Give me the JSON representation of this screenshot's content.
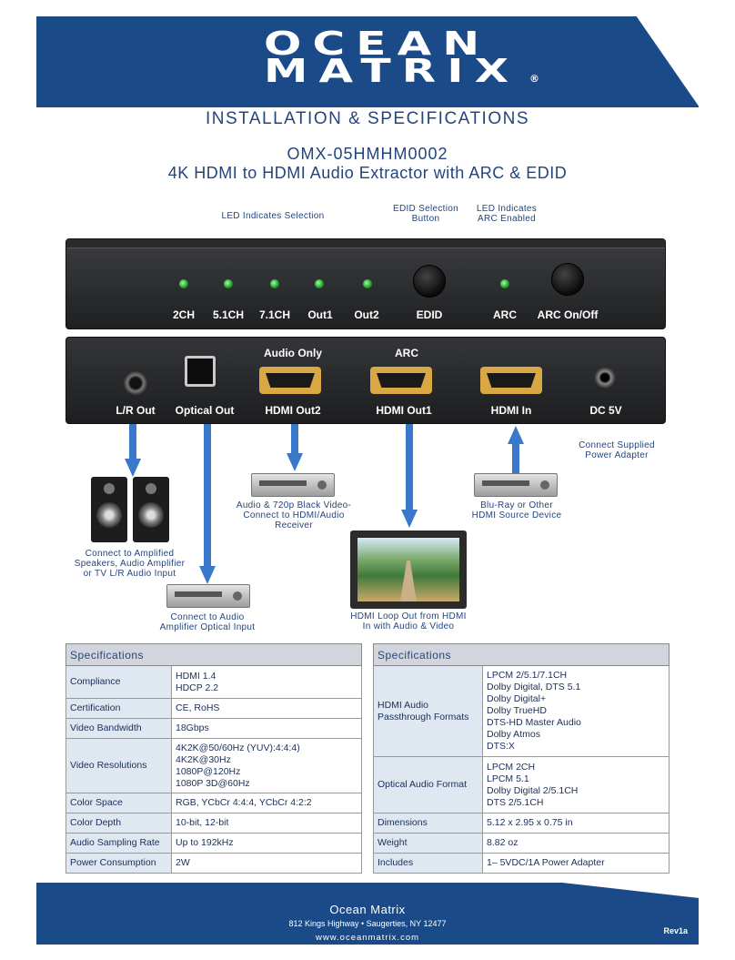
{
  "brand": {
    "line1": "OCEAN",
    "line2": "MATRIX",
    "reg": "®"
  },
  "titles": {
    "section": "INSTALLATION & SPECIFICATIONS",
    "model": "OMX-05HMHM0002",
    "product": "4K HDMI to HDMI Audio Extractor with ARC & EDID"
  },
  "front_callouts": {
    "led_selection": "LED Indicates Selection",
    "edid_line1": "EDID Selection",
    "edid_line2": "Button",
    "arc_line1": "LED Indicates",
    "arc_line2": "ARC Enabled"
  },
  "front_labels": [
    "2CH",
    "5.1CH",
    "7.1CH",
    "Out1",
    "Out2",
    "EDID",
    "ARC",
    "ARC On/Off"
  ],
  "back_top_labels": {
    "audio_only": "Audio Only",
    "arc": "ARC"
  },
  "back_labels": [
    "L/R Out",
    "Optical Out",
    "HDMI Out2",
    "HDMI Out1",
    "HDMI In",
    "DC 5V"
  ],
  "callouts": {
    "power_line1": "Connect Supplied",
    "power_line2": "Power Adapter",
    "speakers_line1": "Connect to Amplified",
    "speakers_line2": "Speakers, Audio Amplifier",
    "speakers_line3": "or TV L/R Audio Input",
    "optical_line1": "Connect to Audio",
    "optical_line2": "Amplifier Optical Input",
    "receiver_line1": "Audio & 720p Black Video-",
    "receiver_line2": "Connect to HDMI/Audio",
    "receiver_line3": "Receiver",
    "loop_line1": "HDMI Loop Out from HDMI",
    "loop_line2": "In with Audio & Video",
    "source_line1": "Blu-Ray or Other",
    "source_line2": "HDMI Source Device"
  },
  "spec_left": {
    "header": "Specifications",
    "rows": [
      {
        "key": "Compliance",
        "lines": [
          "HDMI 1.4",
          "HDCP 2.2"
        ]
      },
      {
        "key": "Certification",
        "lines": [
          "CE, RoHS"
        ]
      },
      {
        "key": "Video Bandwidth",
        "lines": [
          "18Gbps"
        ]
      },
      {
        "key": "Video Resolutions",
        "lines": [
          "4K2K@50/60Hz (YUV):4:4:4)",
          "4K2K@30Hz",
          "1080P@120Hz",
          "1080P 3D@60Hz"
        ]
      },
      {
        "key": "Color Space",
        "lines": [
          "RGB, YCbCr 4:4:4, YCbCr 4:2:2"
        ]
      },
      {
        "key": "Color Depth",
        "lines": [
          "10-bit, 12-bit"
        ]
      },
      {
        "key": "Audio Sampling Rate",
        "lines": [
          "Up to 192kHz"
        ]
      },
      {
        "key": "Power Consumption",
        "lines": [
          "2W"
        ]
      }
    ]
  },
  "spec_right": {
    "header": "Specifications",
    "rows": [
      {
        "key1": "HDMI Audio",
        "key2": "Passthrough Formats",
        "lines": [
          "LPCM 2/5.1/7.1CH",
          "Dolby Digital, DTS 5.1",
          "Dolby Digital+",
          "Dolby TrueHD",
          "DTS-HD Master Audio",
          "Dolby Atmos",
          "DTS:X"
        ]
      },
      {
        "key1": "Optical Audio Format",
        "key2": "",
        "lines": [
          "LPCM 2CH",
          "LPCM 5.1",
          "Dolby Digital 2/5.1CH",
          "DTS 2/5.1CH"
        ]
      },
      {
        "key1": "Dimensions",
        "key2": "",
        "lines": [
          "5.12 x 2.95 x 0.75 in"
        ]
      },
      {
        "key1": "Weight",
        "key2": "",
        "lines": [
          "8.82 oz"
        ]
      },
      {
        "key1": "Includes",
        "key2": "",
        "lines": [
          "1– 5VDC/1A Power Adapter"
        ]
      }
    ]
  },
  "footer": {
    "company": "Ocean Matrix",
    "address": "812 Kings Highway • Saugerties, NY 12477",
    "web": "www.oceanmatrix.com",
    "rev": "Rev1a"
  },
  "colors": {
    "brand_blue": "#1b4a88",
    "arrow_blue": "#3a78c9",
    "table_key_bg": "#dfe7f1"
  }
}
